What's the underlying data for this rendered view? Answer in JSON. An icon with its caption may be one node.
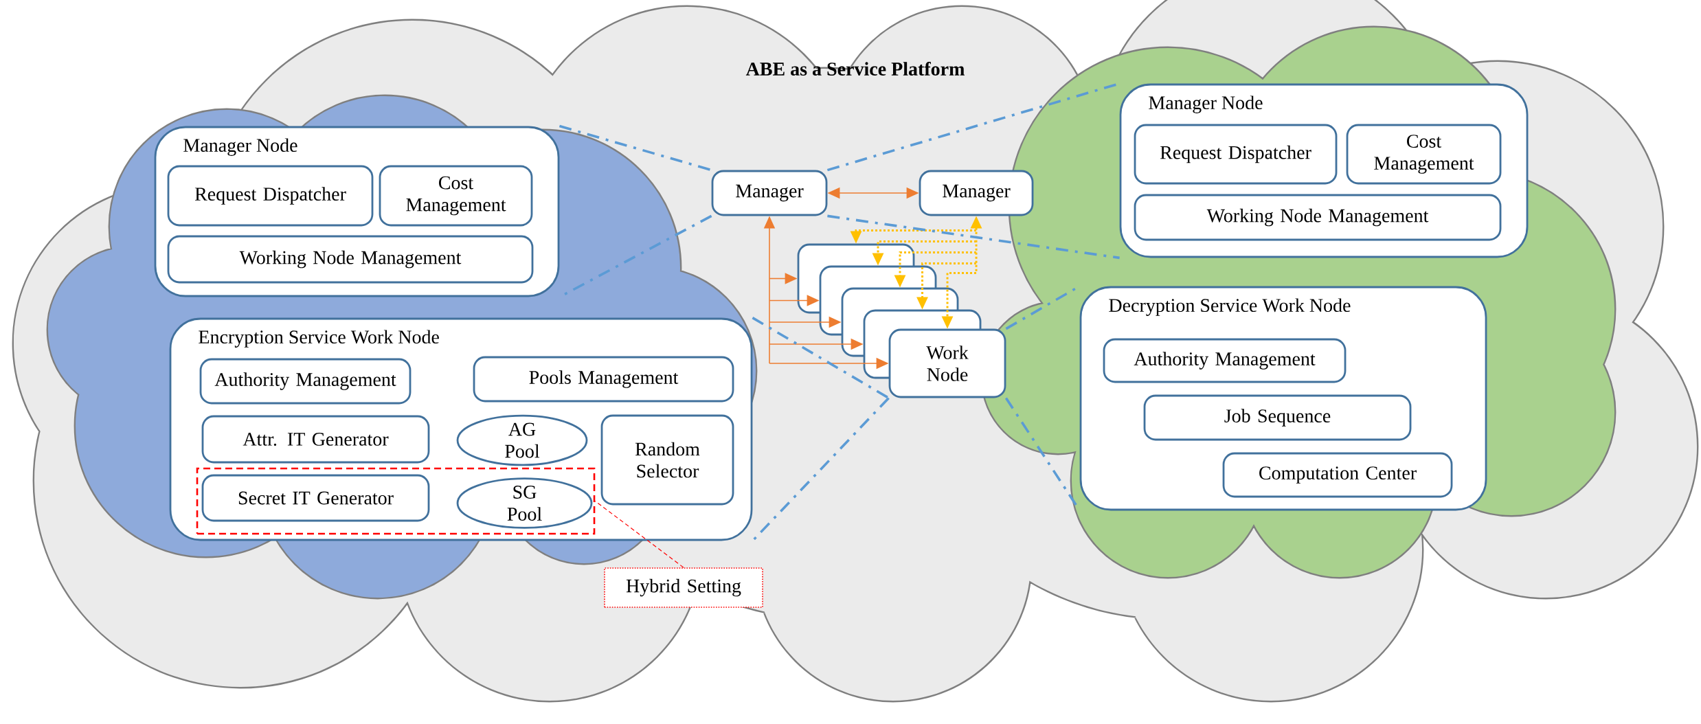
{
  "diagram": {
    "title": "ABE as a Service Platform",
    "nodes": [
      {
        "text": [
          "Manager Node"
        ]
      },
      {
        "text": [
          "Request Dispatcher"
        ],
        "in": 0
      },
      {
        "text": [
          "Cost Management"
        ],
        "in": 0
      },
      {
        "text": [
          "Working Node Management"
        ],
        "in": 0
      },
      {
        "text": [
          "Encryption Service Work Node"
        ]
      },
      {
        "text": [
          "Authority Management"
        ],
        "in": 4
      },
      {
        "text": [
          "Pools Management"
        ],
        "in": 4
      },
      {
        "text": [
          "Attr. IT Generator"
        ],
        "in": 4
      },
      {
        "text": [
          "AG Pool"
        ],
        "in": 4
      },
      {
        "text": [
          "Random Selector"
        ],
        "in": 4
      },
      {
        "text": [],
        "shape": "box",
        "in": 4
      },
      {
        "text": [
          "Secret IT Generator"
        ],
        "in": 10
      },
      {
        "text": [
          "SG Pool"
        ],
        "in": 10
      },
      {
        "text": [
          "Hybrid Setting"
        ]
      },
      {
        "text": [
          "Manager"
        ]
      },
      {
        "text": [
          "Manager"
        ]
      },
      {
        "text": [],
        "shape": "box"
      },
      {
        "text": [],
        "shape": "box"
      },
      {
        "text": [],
        "shape": "box"
      },
      {
        "text": [],
        "shape": "box"
      },
      {
        "text": [
          "Work Node"
        ]
      },
      {
        "text": [
          "Manager Node"
        ]
      },
      {
        "text": [
          "Request Dispatcher"
        ],
        "in": 21
      },
      {
        "text": [
          "Cost Management"
        ],
        "in": 21
      },
      {
        "text": [
          "Working Node Management"
        ],
        "in": 21
      },
      {
        "text": [
          "Decryption Service Work Node"
        ]
      },
      {
        "text": [
          "Authority Management"
        ],
        "in": 25
      },
      {
        "text": [
          "Job Sequence"
        ],
        "in": 25
      },
      {
        "text": [
          "Computation Center"
        ],
        "in": 25
      }
    ],
    "edges": [
      {
        "from": 14,
        "to": 15,
        "arrow": "both",
        "color": "#ed7d31"
      },
      {
        "from": 14,
        "to": 16,
        "arrow": "both",
        "color": "#ed7d31"
      },
      {
        "from": 14,
        "to": 17,
        "arrow": "both",
        "color": "#ed7d31"
      },
      {
        "from": 14,
        "to": 18,
        "arrow": "both",
        "color": "#ed7d31"
      },
      {
        "from": 14,
        "to": 19,
        "arrow": "both",
        "color": "#ed7d31"
      },
      {
        "from": 14,
        "to": 20,
        "arrow": "both",
        "color": "#ed7d31"
      },
      {
        "from": 15,
        "to": 16,
        "arrow": "both",
        "style": "dashed",
        "color": "#ffc000"
      },
      {
        "from": 15,
        "to": 17,
        "arrow": "both",
        "style": "dashed",
        "color": "#ffc000"
      },
      {
        "from": 15,
        "to": 18,
        "arrow": "both",
        "style": "dashed",
        "color": "#ffc000"
      },
      {
        "from": 15,
        "to": 19,
        "arrow": "both",
        "style": "dashed",
        "color": "#ffc000"
      },
      {
        "from": 15,
        "to": 20,
        "arrow": "both",
        "style": "dashed",
        "color": "#ffc000"
      },
      {
        "from": 0,
        "to": 14,
        "arrow": "none",
        "style": "dashed",
        "color": "#5b9bd5"
      },
      {
        "from": 14,
        "to": 0,
        "arrow": "none",
        "style": "dashed",
        "color": "#5b9bd5"
      },
      {
        "from": 14,
        "to": 21,
        "arrow": "none",
        "style": "dashed",
        "color": "#5b9bd5"
      },
      {
        "from": 14,
        "to": 21,
        "arrow": "none",
        "style": "dashed",
        "color": "#5b9bd5"
      },
      {
        "from": 4,
        "to": 20,
        "arrow": "none",
        "style": "dashed",
        "color": "#5b9bd5"
      },
      {
        "from": 20,
        "to": 4,
        "arrow": "none",
        "style": "dashed",
        "color": "#5b9bd5"
      },
      {
        "from": 20,
        "to": 25,
        "arrow": "none",
        "style": "dashed",
        "color": "#5b9bd5"
      },
      {
        "from": 20,
        "to": 25,
        "arrow": "none",
        "style": "dashed",
        "color": "#5b9bd5"
      },
      {
        "from": 13,
        "to": 10,
        "arrow": "none",
        "style": "dashed",
        "color": "#ff0000"
      }
    ]
  }
}
